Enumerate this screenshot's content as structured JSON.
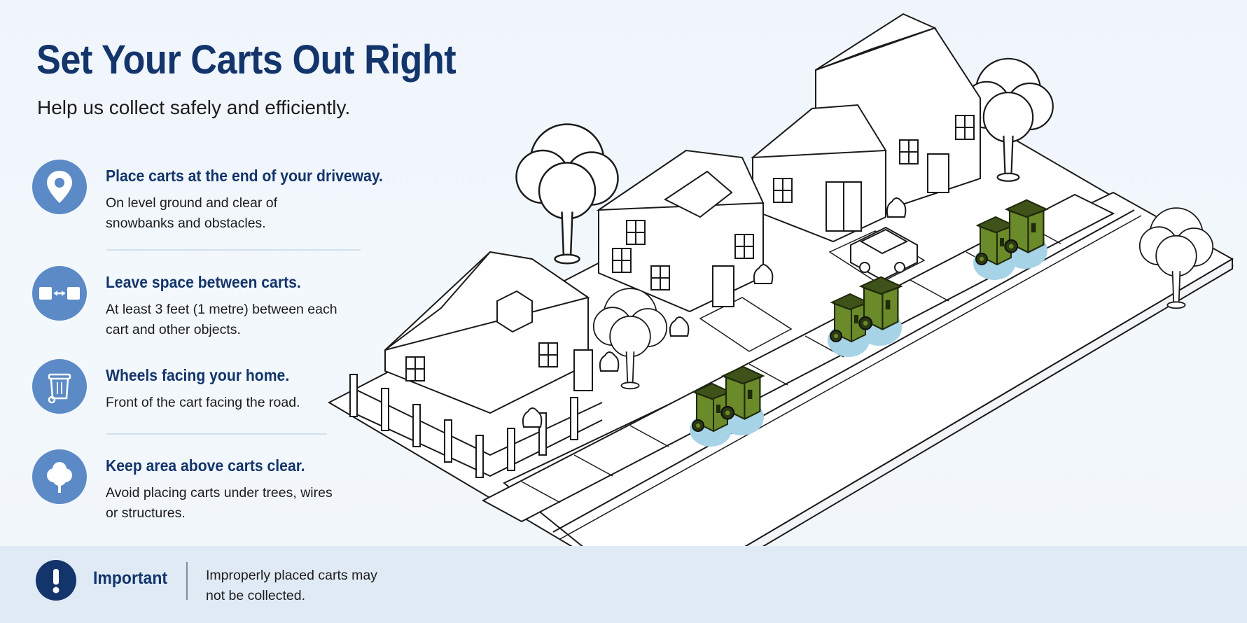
{
  "header": {
    "title": "Set Your Carts Out Right",
    "subtitle": "Help us collect safely and efficiently."
  },
  "tips": [
    {
      "icon": "location-pin-icon",
      "heading": "Place carts at the end of your driveway.",
      "body": "On level ground and clear of snowbanks and obstacles."
    },
    {
      "icon": "spacing-arrows-icon",
      "heading": "Leave space between carts.",
      "body": "At least 3 feet (1 metre) between each cart and other objects."
    },
    {
      "icon": "cart-wheels-icon",
      "heading": "Wheels facing your home.",
      "body": "Front of the cart facing the road."
    },
    {
      "icon": "tree-icon",
      "heading": "Keep area above carts clear.",
      "body": "Avoid placing carts under trees, wires or structures."
    }
  ],
  "notice": {
    "icon": "exclamation-icon",
    "label": "Important",
    "text": "Improperly placed carts may not be collected."
  },
  "colors": {
    "navy": "#13356b",
    "icon_blue": "#5b8ac6",
    "cart_green": "#6b8a2a",
    "cart_highlight": "#a7d3e6",
    "footer_band": "#dfeaf5"
  }
}
